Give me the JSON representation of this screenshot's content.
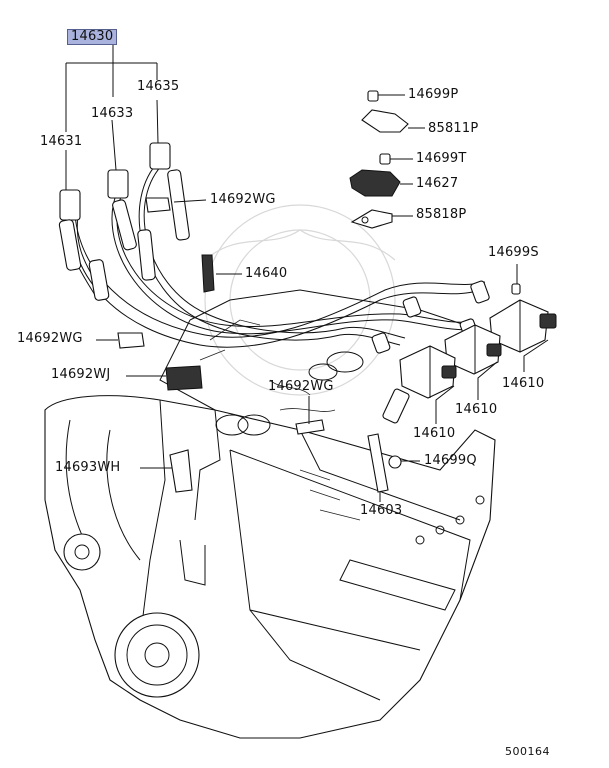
{
  "diagram": {
    "assembly_label": "14630",
    "labels": {
      "p14631": "14631",
      "p14633": "14633",
      "p14635": "14635",
      "p14692WG_a": "14692WG",
      "p14640": "14640",
      "p14692WG_b": "14692WG",
      "p14692WJ": "14692WJ",
      "p14692WG_c": "14692WG",
      "p14693WH": "14693WH",
      "p14699P": "14699P",
      "p85811P": "85811P",
      "p14699T": "14699T",
      "p14627": "14627",
      "p85818P": "85818P",
      "p14699S": "14699S",
      "p14610_a": "14610",
      "p14610_b": "14610",
      "p14610_c": "14610",
      "p14699Q": "14699Q",
      "p14603": "14603"
    },
    "document_number": "500164",
    "highlight_color": "#a9b3dd"
  }
}
